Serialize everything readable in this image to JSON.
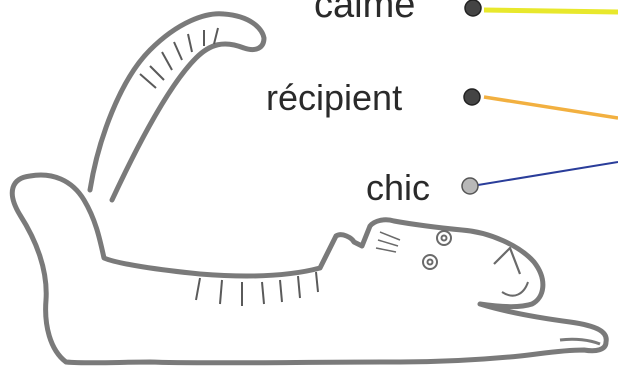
{
  "words": [
    {
      "id": "calme",
      "label": "calme",
      "dot_style": "dark-textured",
      "line_color": "#e8e82c"
    },
    {
      "id": "recipient",
      "label": "récipient",
      "dot_style": "dark-textured",
      "line_color": "#f2b040"
    },
    {
      "id": "chic",
      "label": "chic",
      "dot_style": "light-gray",
      "line_color": "#2a3d9a"
    }
  ],
  "colors": {
    "outline": "#7a7a7a",
    "stripes": "#5a5a5a",
    "text": "#2a2a2a",
    "dot_dark": "#444444",
    "dot_light": "#b8b8b8"
  },
  "illustration": "cat-stretching-outline"
}
